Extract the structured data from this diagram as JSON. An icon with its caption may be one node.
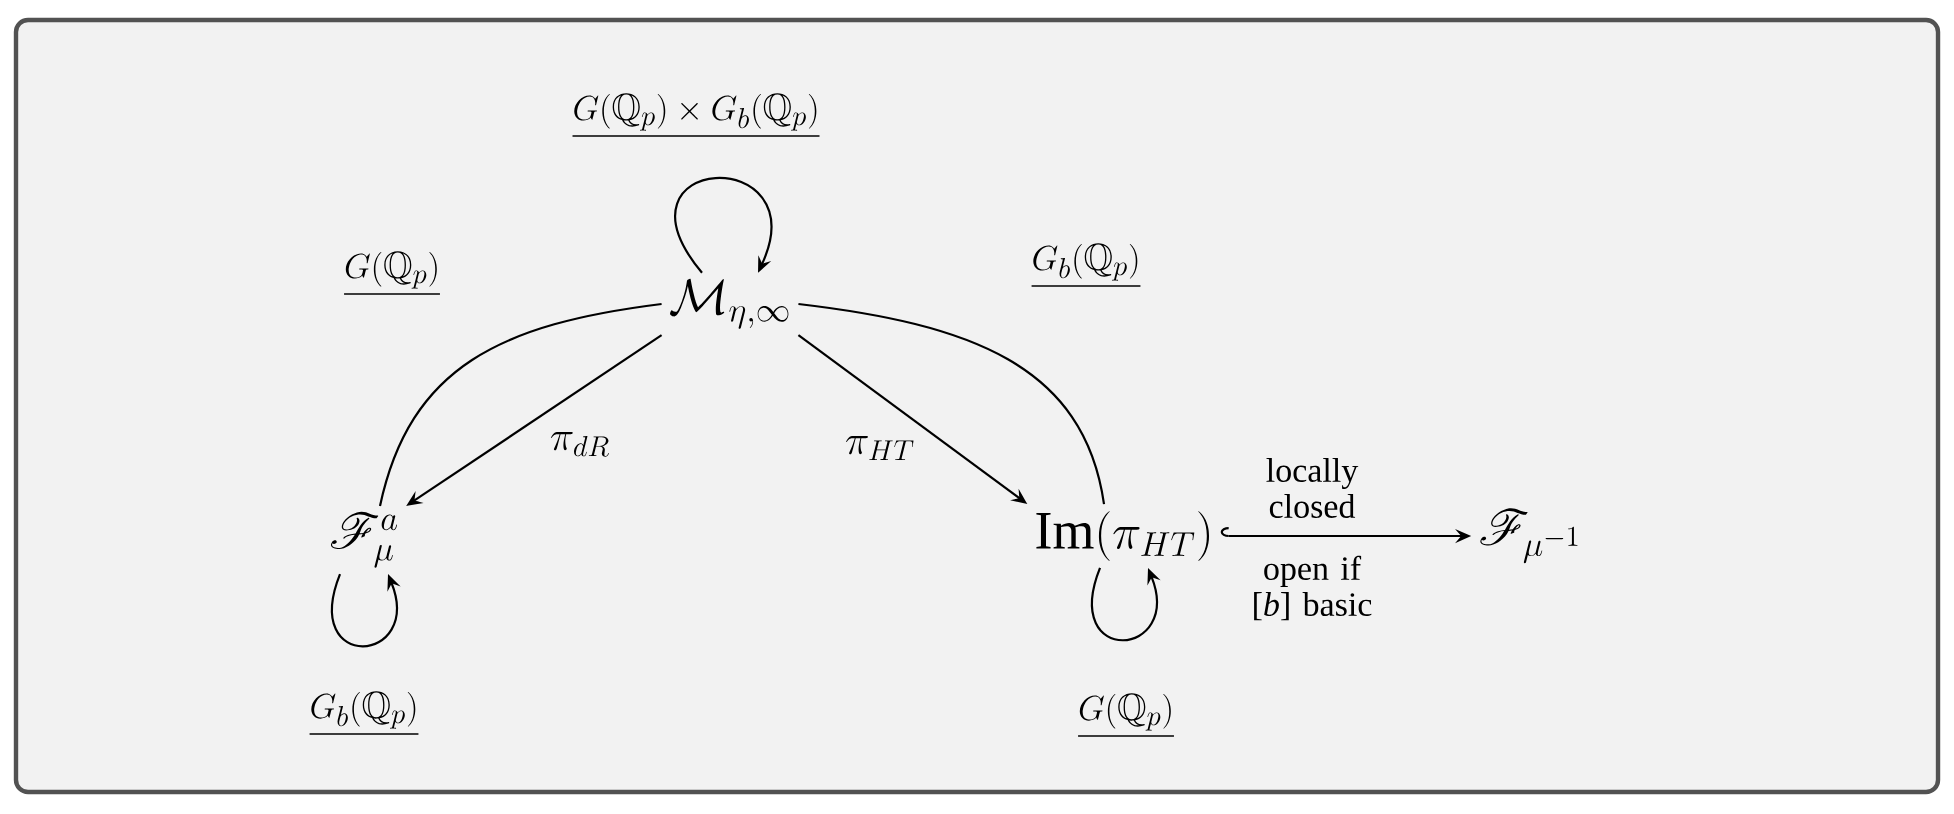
{
  "diagram": {
    "nodes": [
      {
        "text": [
          "\\mathcal{M}_{\\eta,\\infty}"
        ]
      },
      {
        "text": [
          "\\mathscr{F}^a_\\mu"
        ]
      },
      {
        "text": [
          "\\mathrm{Im}(\\pi_{HT})"
        ]
      },
      {
        "text": [
          "\\mathscr{F}_{\\mu^{-1}}"
        ]
      }
    ],
    "edges": [
      {
        "from": 0,
        "to": 0,
        "arrow": "to",
        "label": "G(\\mathbb{Q}_p)\\times G_b(\\mathbb{Q}_p)"
      },
      {
        "from": 0,
        "to": 1,
        "arrow": "none",
        "label": "G(\\mathbb{Q}_p)"
      },
      {
        "from": 0,
        "to": 2,
        "arrow": "none",
        "label": "G_b(\\mathbb{Q}_p)"
      },
      {
        "from": 0,
        "to": 1,
        "arrow": "to",
        "label": "\\pi_{dR}"
      },
      {
        "from": 0,
        "to": 2,
        "arrow": "to",
        "label": "\\pi_{HT}"
      },
      {
        "from": 1,
        "to": 1,
        "arrow": "to",
        "label": "G_b(\\mathbb{Q}_p)"
      },
      {
        "from": 2,
        "to": 2,
        "arrow": "to",
        "label": "G(\\mathbb{Q}_p)"
      },
      {
        "from": 2,
        "to": 3,
        "arrow": "to",
        "label": "locally closed"
      }
    ],
    "labels": [
      "open if [*b*] basic"
    ]
  }
}
